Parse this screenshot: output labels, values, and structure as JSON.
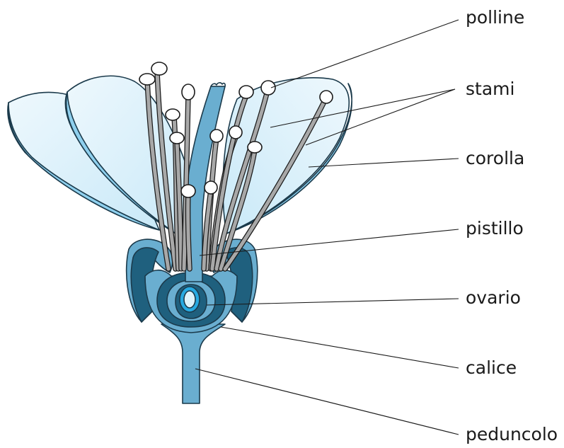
{
  "labels": {
    "polline": "polline",
    "stami": "stami",
    "corolla": "corolla",
    "pistillo": "pistillo",
    "ovario": "ovario",
    "calice": "calice",
    "peduncolo": "peduncolo"
  },
  "colors": {
    "petal_fill": "#d7eef9",
    "petal_edge": "#8fd0ee",
    "stem": "#6aaed0",
    "calyx_dark": "#1f607e",
    "filament": "#a8a8a8",
    "ovule": "#27a9e1"
  }
}
